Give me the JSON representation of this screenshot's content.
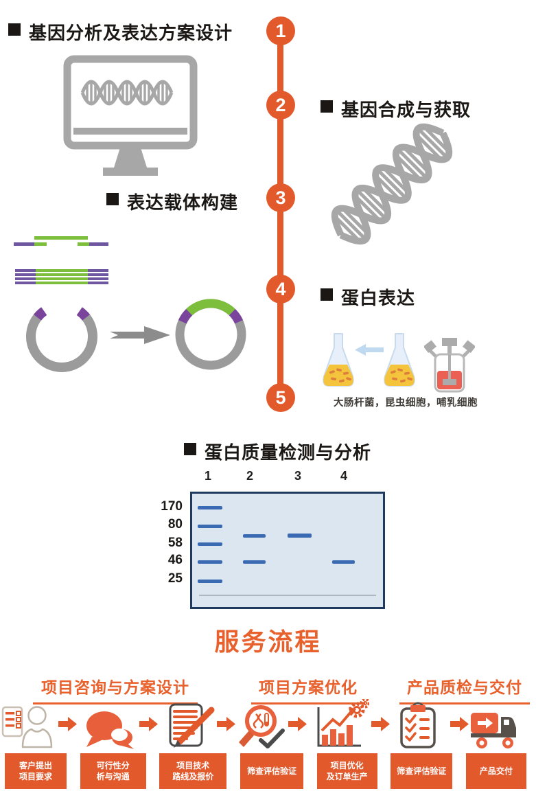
{
  "palette": {
    "orange": "#E2592C",
    "heading_orange": "#E8612C",
    "icon_gray": "#A7A7A7",
    "green": "#7DBE3C",
    "purple": "#6E57A0",
    "band_blue": "#3A6AB1",
    "gel_bg": "#DCE6F1",
    "gel_border": "#1E3A5F"
  },
  "timeline": {
    "numbers": [
      "1",
      "2",
      "3",
      "4",
      "5"
    ]
  },
  "steps": {
    "step1_label": "基因分析及表达方案设计",
    "step2_label": "基因合成与获取",
    "step3_label": "表达载体构建",
    "step4_label": "蛋白表达",
    "step4_caption": "大肠杆菌，昆虫细胞，哺乳细胞",
    "step5_label": "蛋白质量检测与分析"
  },
  "gel": {
    "lane_labels": [
      "1",
      "2",
      "3",
      "4"
    ],
    "marker_labels": [
      "170",
      "80",
      "58",
      "46",
      "25"
    ],
    "bands_kda": {
      "lane1": [
        170,
        80,
        58,
        46,
        25
      ],
      "lane2": [
        65,
        46
      ],
      "lane3": [
        65
      ],
      "lane4": [
        46
      ]
    }
  },
  "service": {
    "title": "服务流程",
    "phases": [
      "项目咨询与方案设计",
      "项目方案优化",
      "产品质检与交付"
    ],
    "boxes": [
      "客户提出\n项目要求",
      "可行性分\n析与沟通",
      "项目技术\n路线及报价",
      "筛查评估验证",
      "项目优化\n及订单生产",
      "筛查评估验证",
      "产品交付"
    ]
  }
}
